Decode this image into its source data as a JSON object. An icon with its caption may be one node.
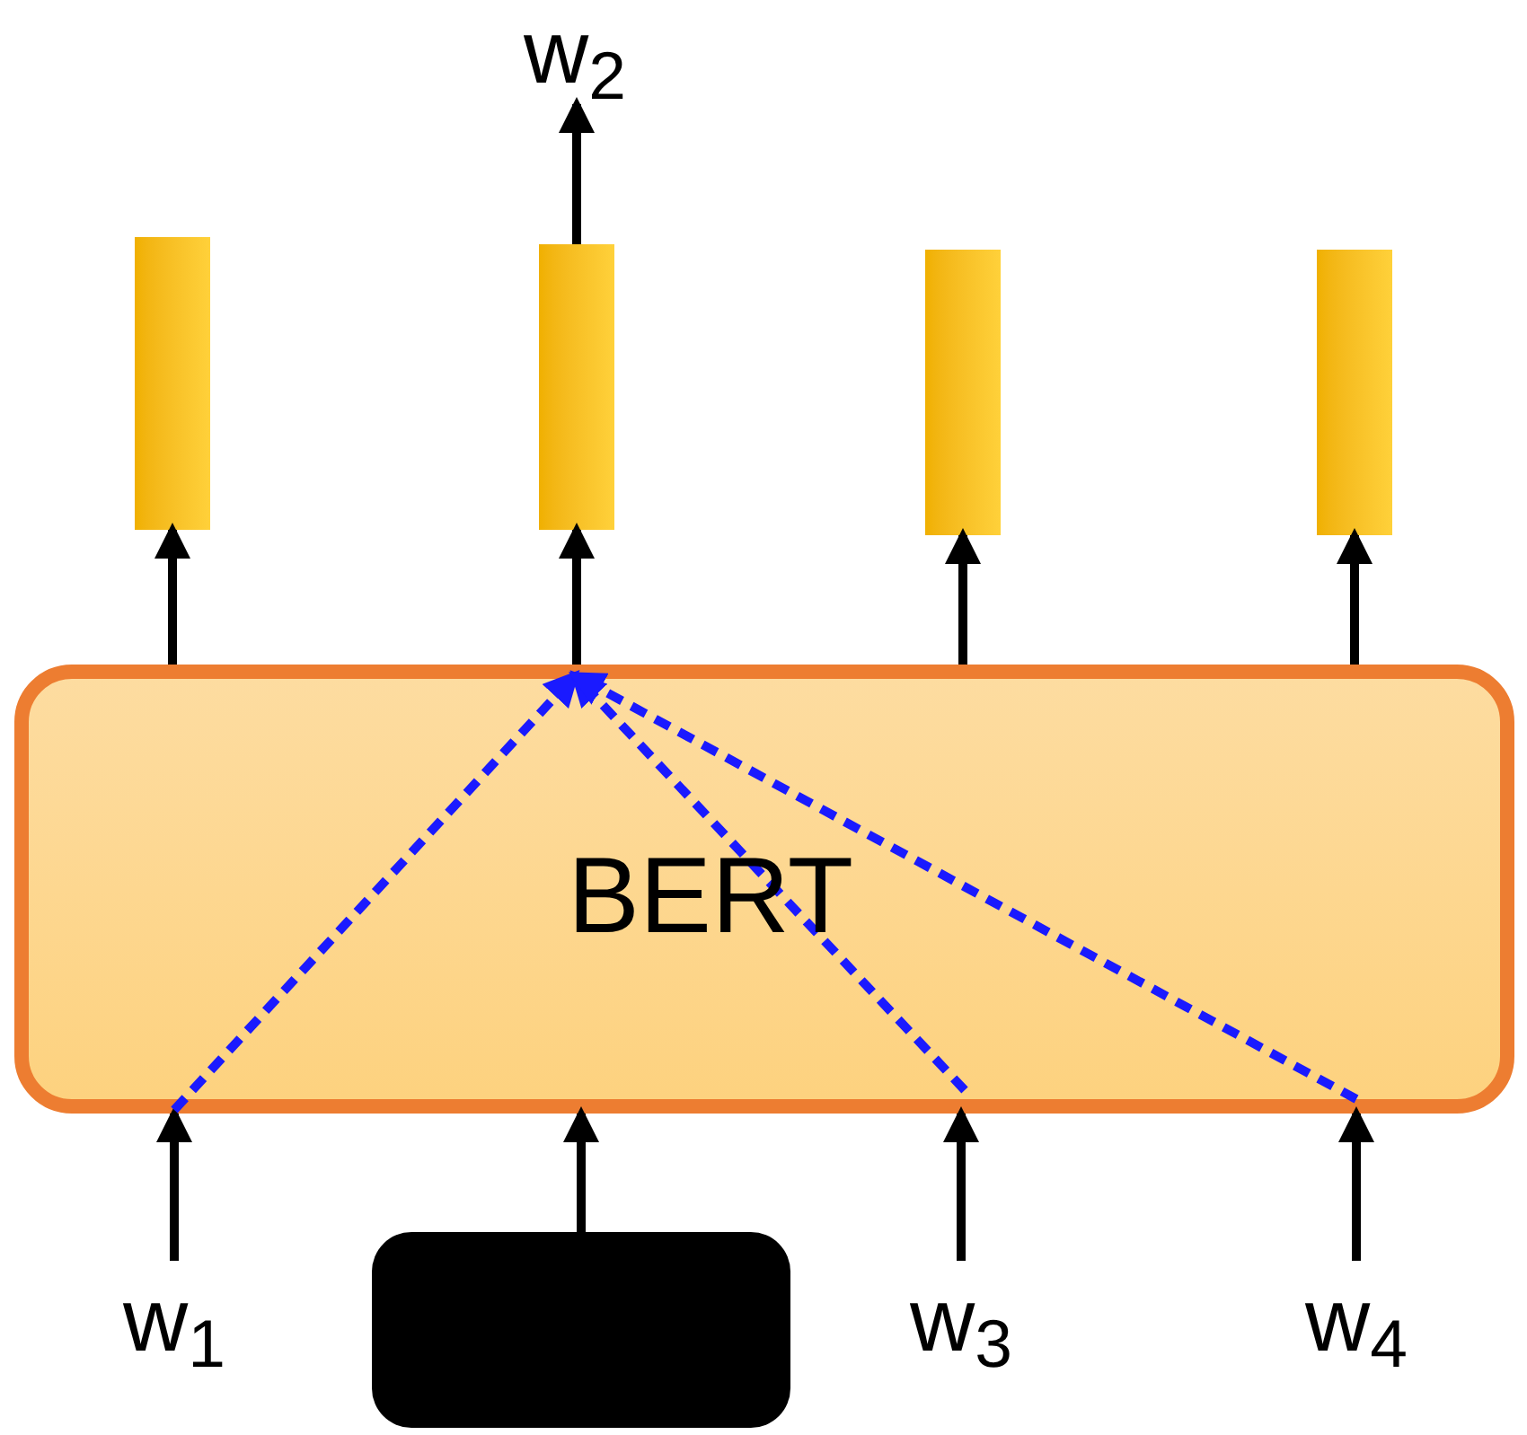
{
  "diagram": {
    "nodes": [
      {
        "text": [
          "w$_{2}$"
        ]
      },
      {
        "text": [],
        "shape": "bar"
      },
      {
        "text": [],
        "shape": "bar"
      },
      {
        "text": [],
        "shape": "bar"
      },
      {
        "text": [],
        "shape": "bar"
      },
      {
        "text": [
          "BERT"
        ]
      },
      {
        "text": [
          "w$_{1}$"
        ]
      },
      {
        "text": [],
        "shape": "box"
      },
      {
        "text": [
          "w$_{3}$"
        ]
      },
      {
        "text": [
          "w$_{4}$"
        ]
      }
    ],
    "edges": [
      {
        "from": 2,
        "to": 0,
        "arrow": "to"
      },
      {
        "from": 5,
        "to": 1,
        "arrow": "to"
      },
      {
        "from": 5,
        "to": 2,
        "arrow": "to"
      },
      {
        "from": 5,
        "to": 3,
        "arrow": "to"
      },
      {
        "from": 5,
        "to": 4,
        "arrow": "to"
      },
      {
        "from": 6,
        "to": 5,
        "arrow": "to"
      },
      {
        "from": 7,
        "to": 5,
        "arrow": "to"
      },
      {
        "from": 8,
        "to": 5,
        "arrow": "to"
      },
      {
        "from": 9,
        "to": 5,
        "arrow": "to"
      },
      {
        "from": 5,
        "to": 5,
        "arrow": "to",
        "style": "dashed",
        "color": "#1a1aff"
      },
      {
        "from": 5,
        "to": 5,
        "arrow": "to",
        "style": "dashed",
        "color": "#1a1aff"
      },
      {
        "from": 5,
        "to": 5,
        "arrow": "to",
        "style": "dashed",
        "color": "#1a1aff"
      }
    ]
  }
}
